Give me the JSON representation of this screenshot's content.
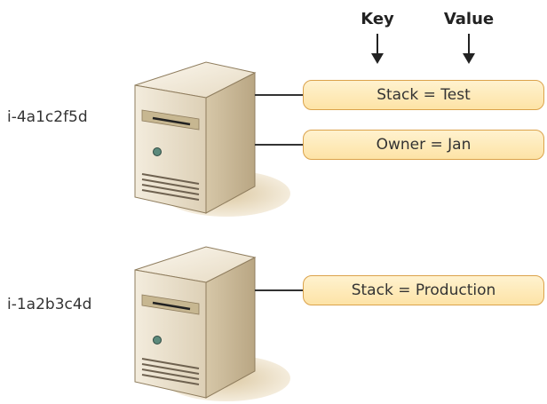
{
  "header": {
    "key_label": "Key",
    "value_label": "Value"
  },
  "instances": [
    {
      "id": "i-4a1c2f5d",
      "tags": [
        "Stack = Test",
        "Owner = Jan"
      ]
    },
    {
      "id": "i-1a2b3c4d",
      "tags": [
        "Stack = Production"
      ]
    }
  ],
  "colors": {
    "pill_border": "#dba24a",
    "pill_fill_top": "#fff2cf",
    "pill_fill_bottom": "#fde3a6",
    "server_face": "#e9dfcb",
    "server_side": "#cdbd9e",
    "shadow": "#e3d3b2"
  }
}
